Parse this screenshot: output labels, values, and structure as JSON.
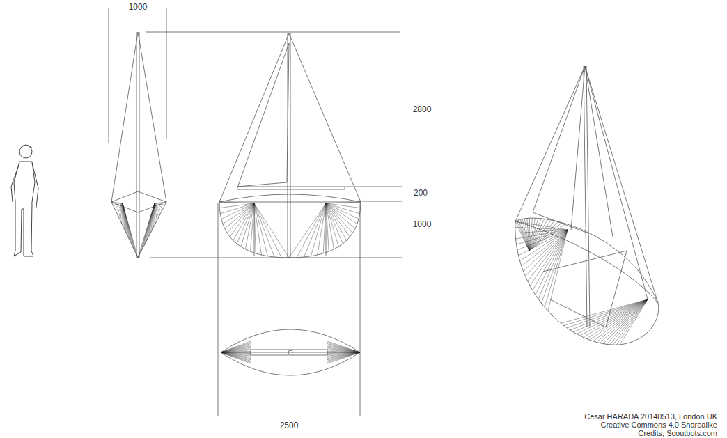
{
  "diagram": {
    "labels": [
      "1000",
      "2800",
      "200",
      "1000",
      "2500",
      "Cesar HARADA 20140513, London UK",
      "Creative Commons 4.0 Sharealike",
      "Credits, Scoutbots.com"
    ]
  }
}
